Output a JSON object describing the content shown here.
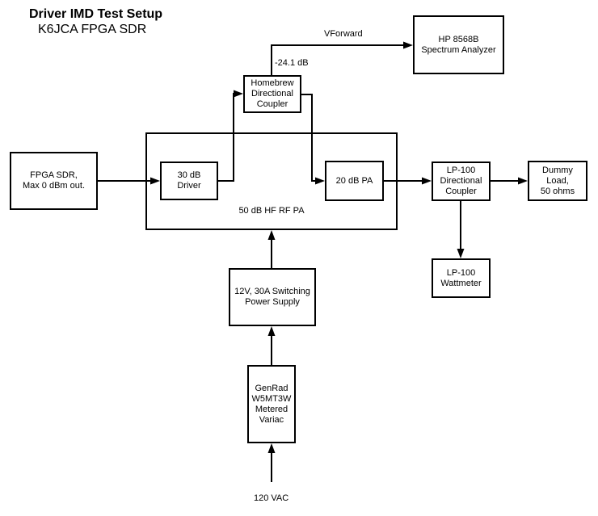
{
  "header": {
    "title": "Driver IMD Test Setup",
    "subtitle": "K6JCA FPGA SDR"
  },
  "nodes": {
    "fpga_sdr": {
      "label": "FPGA SDR,\nMax 0 dBm out."
    },
    "pa_container": {
      "label": "50 dB HF RF PA"
    },
    "driver": {
      "label": "30 dB\nDriver"
    },
    "power_amp": {
      "label": "20 dB PA"
    },
    "homebrew_coupler": {
      "label": "Homebrew\nDirectional\nCoupler"
    },
    "spectrum_analyzer": {
      "label": "HP 8568B\nSpectrum Analyzer"
    },
    "lp100_coupler": {
      "label": "LP-100\nDirectional\nCoupler"
    },
    "dummy_load": {
      "label": "Dummy\nLoad,\n50 ohms"
    },
    "lp100_wattmeter": {
      "label": "LP-100\nWattmeter"
    },
    "power_supply": {
      "label": "12V, 30A Switching\nPower Supply"
    },
    "variac": {
      "label": "GenRad\nW5MT3W\nMetered\nVariac"
    }
  },
  "annotations": {
    "vforward": "VForward",
    "coupler_attenuation": "-24.1 dB",
    "mains_input": "120 VAC"
  },
  "colors": {
    "line": "#000000",
    "background": "#ffffff",
    "text": "#000000"
  }
}
